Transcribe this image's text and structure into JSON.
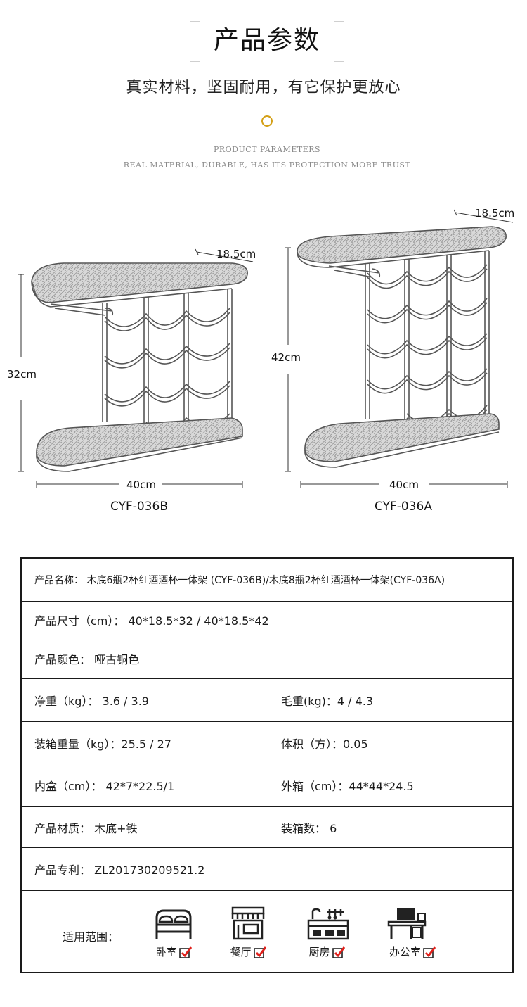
{
  "header": {
    "title": "产品参数",
    "subtitle": "真实材料，坚固耐用，有它保护更放心",
    "en_line1": "PRODUCT PARAMETERS",
    "en_line2": "REAL MATERIAL, DURABLE, HAS ITS PROTECTION MORE TRUST"
  },
  "products": [
    {
      "model": "CYF-036B",
      "height": "32cm",
      "width": "40cm",
      "depth": "18.5cm"
    },
    {
      "model": "CYF-036A",
      "height": "42cm",
      "width": "40cm",
      "depth": "18.5cm"
    }
  ],
  "specs": {
    "name": "产品名称：  木底6瓶2杯红酒酒杯一体架 (CYF-036B)/木底8瓶2杯红酒酒杯一体架(CYF-036A)",
    "size": "产品尺寸（cm）：   40*18.5*32    /    40*18.5*42",
    "color": "产品颜色：   哑古铜色",
    "net_weight": "净重（kg）：  3.6    /    3.9",
    "gross_weight": "毛重(kg)：4    /    4.3",
    "box_weight": "装箱重量（kg）：25.5   /   27",
    "volume": "体积（方）：0.05",
    "inner_box": "内盒（cm）：  42*7*22.5/1",
    "outer_box": "外箱（cm）：44*44*24.5",
    "material": "产品材质：  木底+铁",
    "box_count": "装箱数：    6",
    "patent": "产品专利：  ZL201730209521.2"
  },
  "usage": {
    "label": "适用范围：",
    "items": [
      {
        "name": "卧室",
        "icon": "bed-icon"
      },
      {
        "name": "餐厅",
        "icon": "restaurant-icon"
      },
      {
        "name": "厨房",
        "icon": "kitchen-icon"
      },
      {
        "name": "办公室",
        "icon": "office-desk-icon"
      }
    ]
  },
  "colors": {
    "accent": "#d4a017",
    "check": "#e0201b",
    "border": "#1a1a1a"
  }
}
